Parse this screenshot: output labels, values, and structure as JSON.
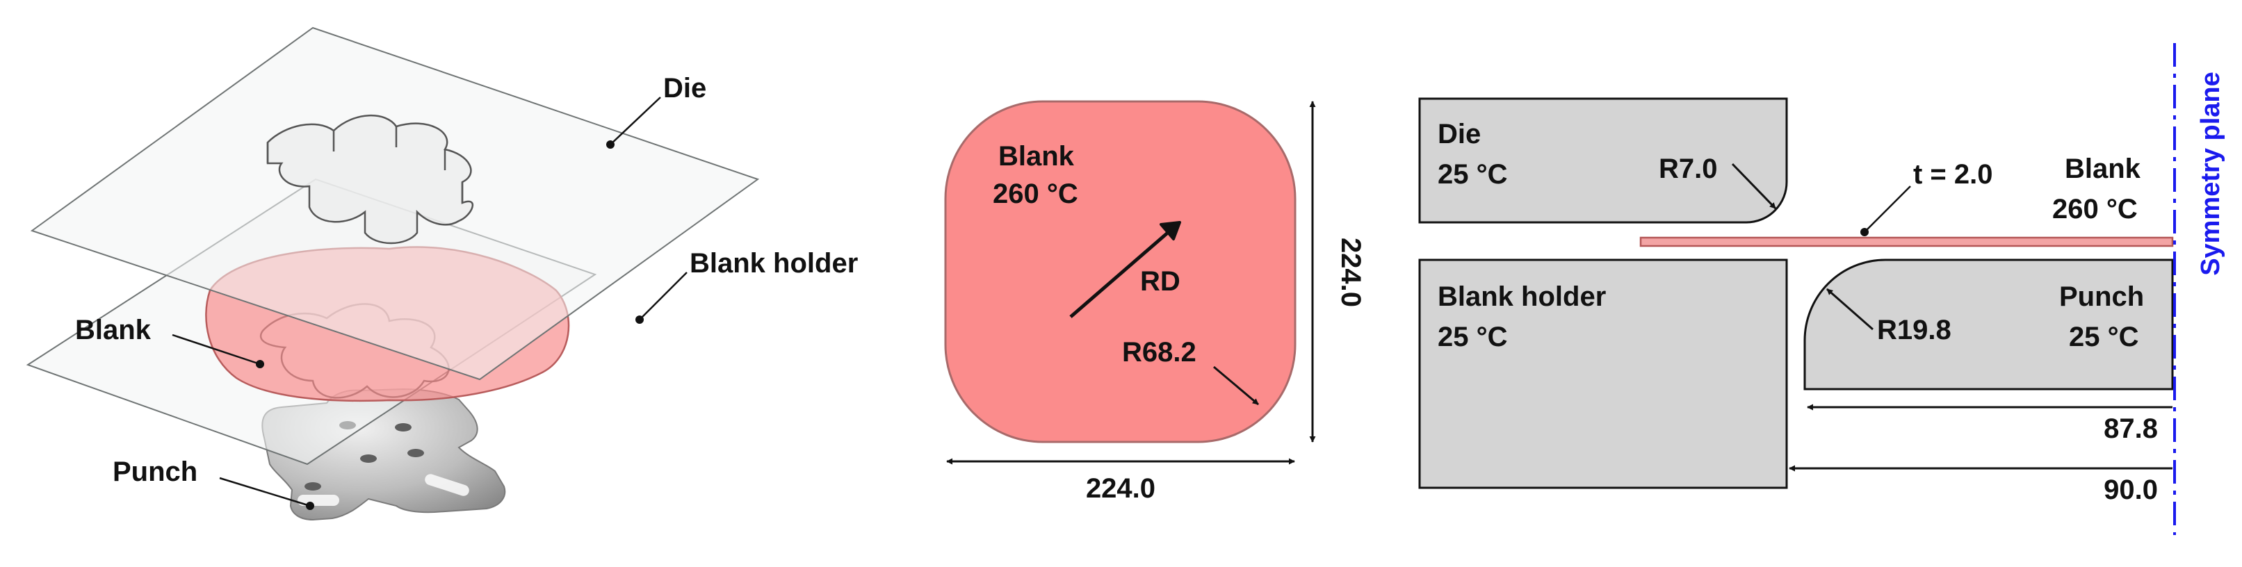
{
  "colors": {
    "blank_fill": "#fb8c8c",
    "blank_edge": "#c75f5f",
    "part_fill": "#d4d4d4",
    "symmetry_line": "#1a1aee",
    "text": "#111111"
  },
  "panel_3d": {
    "die": "Die",
    "blank_holder": "Blank holder",
    "blank": "Blank",
    "punch": "Punch"
  },
  "panel_blank": {
    "name": "Blank",
    "temperature": "260 °C",
    "rd": "RD",
    "corner_radius": "R68.2",
    "width": "224.0",
    "height": "224.0"
  },
  "panel_section": {
    "die_name": "Die",
    "die_temp": "25 °C",
    "die_radius": "R7.0",
    "thickness": "t = 2.0",
    "blank_name": "Blank",
    "blank_temp": "260 °C",
    "holder_name": "Blank holder",
    "holder_temp": "25 °C",
    "punch_name": "Punch",
    "punch_temp": "25 °C",
    "punch_radius": "R19.8",
    "punch_halfwidth": "87.8",
    "die_halfwidth": "90.0",
    "symmetry": "Symmetry plane"
  }
}
